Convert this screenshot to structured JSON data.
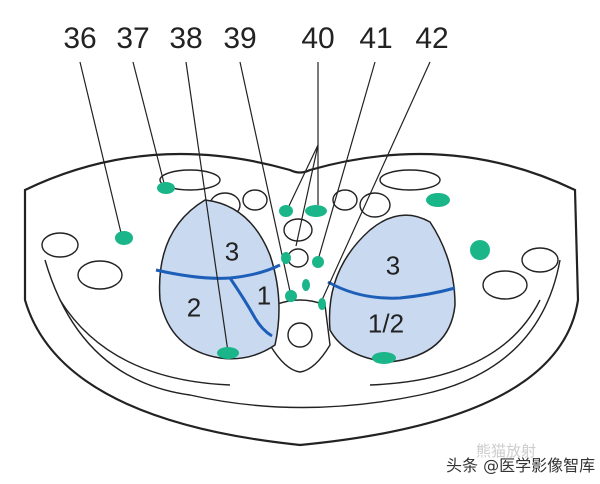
{
  "labels": [
    "36",
    "37",
    "38",
    "39",
    "40",
    "41",
    "42"
  ],
  "segments": {
    "left_upper": "3",
    "left_lower": "2",
    "left_medial": "1",
    "right_upper": "3",
    "right_lower": "1/2"
  },
  "watermark": "头条 @医学影像智库",
  "watermark_faint": "熊猫放射",
  "colors": {
    "node": "#1bb58a",
    "lung_fill": "#c9d9f0",
    "segment_line": "#1d5fb8",
    "outline": "#222222"
  }
}
